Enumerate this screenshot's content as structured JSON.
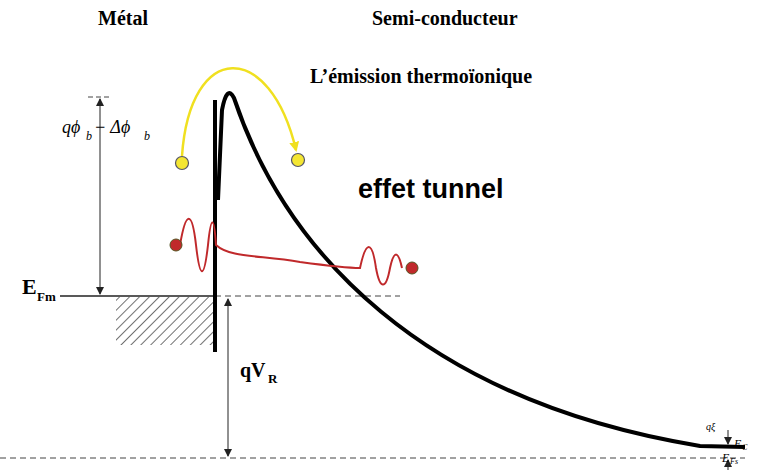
{
  "diagram": {
    "labels": [
      "Métal",
      "Semi-conducteur",
      "L’émission thermoïonique",
      "effet tunnel",
      "qϕ",
      "b",
      "− Δϕ",
      "b",
      "E",
      "Fm",
      "qV",
      "R",
      "qξ",
      "E",
      "C",
      "E",
      "Fs"
    ]
  }
}
